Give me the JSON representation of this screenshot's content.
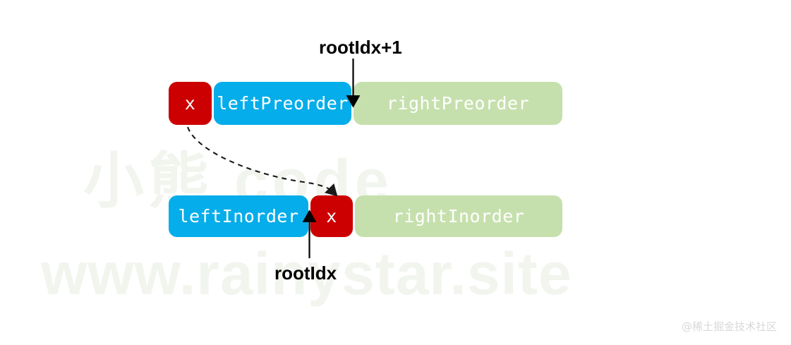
{
  "diagram": {
    "title": "Preorder / Inorder array partition for binary tree reconstruction",
    "colors": {
      "root": "#cc0000",
      "left": "#05adea",
      "right": "#c6e0ad",
      "label": "#000000",
      "watermark": "#f1f5ee",
      "attribution": "#d8d8d8"
    },
    "rows": [
      {
        "name": "preorder",
        "segments": [
          {
            "key": "root",
            "label": "x",
            "color": "red"
          },
          {
            "key": "left",
            "label": "leftPreorder",
            "color": "blue"
          },
          {
            "key": "right",
            "label": "rightPreorder",
            "color": "green"
          }
        ]
      },
      {
        "name": "inorder",
        "segments": [
          {
            "key": "left",
            "label": "leftInorder",
            "color": "blue"
          },
          {
            "key": "root",
            "label": "x",
            "color": "red"
          },
          {
            "key": "right",
            "label": "rightInorder",
            "color": "green"
          }
        ]
      }
    ],
    "annotations": [
      {
        "key": "rootidx_plus1",
        "text": "rootIdx+1",
        "points_to": "start-of-rightPreorder",
        "direction": "down"
      },
      {
        "key": "rootidx",
        "text": "rootIdx",
        "points_to": "inorder-root-x",
        "direction": "up"
      }
    ],
    "connector": {
      "style": "dashed-curve",
      "from": "preorder-root-x",
      "to": "inorder-root-x"
    }
  },
  "watermark": {
    "top": "小熊 code",
    "bottom": "www.rainystar.site"
  },
  "attribution": "@稀土掘金技术社区"
}
